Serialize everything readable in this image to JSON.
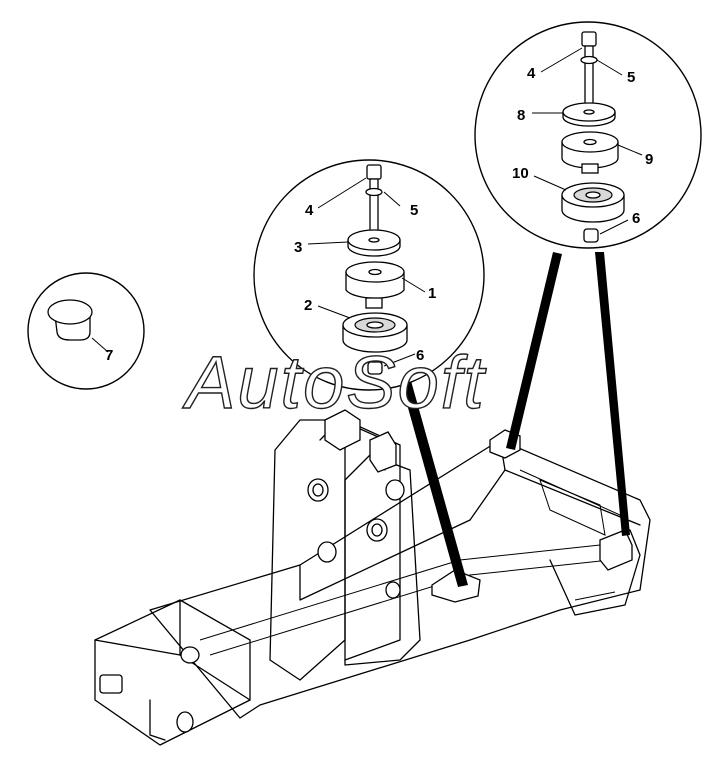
{
  "watermark": "AutoSoft",
  "callouts": {
    "left_assembly": {
      "bolt": "4",
      "washer": "5",
      "upper_mount": "3",
      "lower_mount": "1",
      "bushing": "2",
      "nut": "6"
    },
    "right_assembly": {
      "bolt": "4",
      "washer": "5",
      "upper_plate": "8",
      "upper_mount": "9",
      "bushing": "10",
      "nut": "6"
    },
    "plug": "7"
  }
}
